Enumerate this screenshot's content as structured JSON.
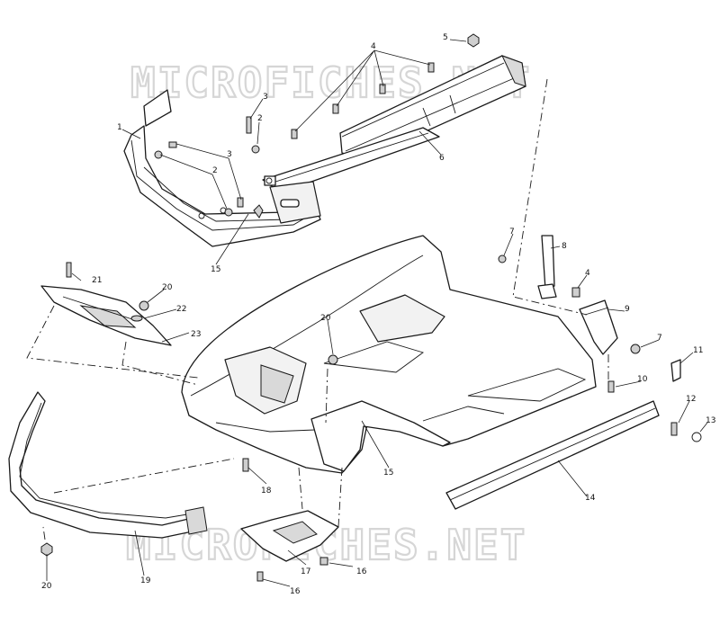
{
  "watermark": {
    "top_text": "MICROFICHES.NET",
    "bottom_text": "MICROFICHES.NET"
  },
  "callouts": [
    {
      "id": "c1",
      "label": "1"
    },
    {
      "id": "c2a",
      "label": "2"
    },
    {
      "id": "c2b",
      "label": "2"
    },
    {
      "id": "c3a",
      "label": "3"
    },
    {
      "id": "c3b",
      "label": "3"
    },
    {
      "id": "c4a",
      "label": "4"
    },
    {
      "id": "c4b",
      "label": "4"
    },
    {
      "id": "c5",
      "label": "5"
    },
    {
      "id": "c6",
      "label": "6"
    },
    {
      "id": "c7a",
      "label": "7"
    },
    {
      "id": "c7b",
      "label": "7"
    },
    {
      "id": "c8",
      "label": "8"
    },
    {
      "id": "c9",
      "label": "9"
    },
    {
      "id": "c10",
      "label": "10"
    },
    {
      "id": "c11",
      "label": "11"
    },
    {
      "id": "c12",
      "label": "12"
    },
    {
      "id": "c13",
      "label": "13"
    },
    {
      "id": "c14",
      "label": "14"
    },
    {
      "id": "c15a",
      "label": "15"
    },
    {
      "id": "c15b",
      "label": "15"
    },
    {
      "id": "c16a",
      "label": "16"
    },
    {
      "id": "c16b",
      "label": "16"
    },
    {
      "id": "c17",
      "label": "17"
    },
    {
      "id": "c18",
      "label": "18"
    },
    {
      "id": "c19",
      "label": "19"
    },
    {
      "id": "c20a",
      "label": "20"
    },
    {
      "id": "c20b",
      "label": "20"
    },
    {
      "id": "c20c",
      "label": "20"
    },
    {
      "id": "c21",
      "label": "21"
    },
    {
      "id": "c22",
      "label": "22"
    },
    {
      "id": "c23",
      "label": "23"
    }
  ]
}
